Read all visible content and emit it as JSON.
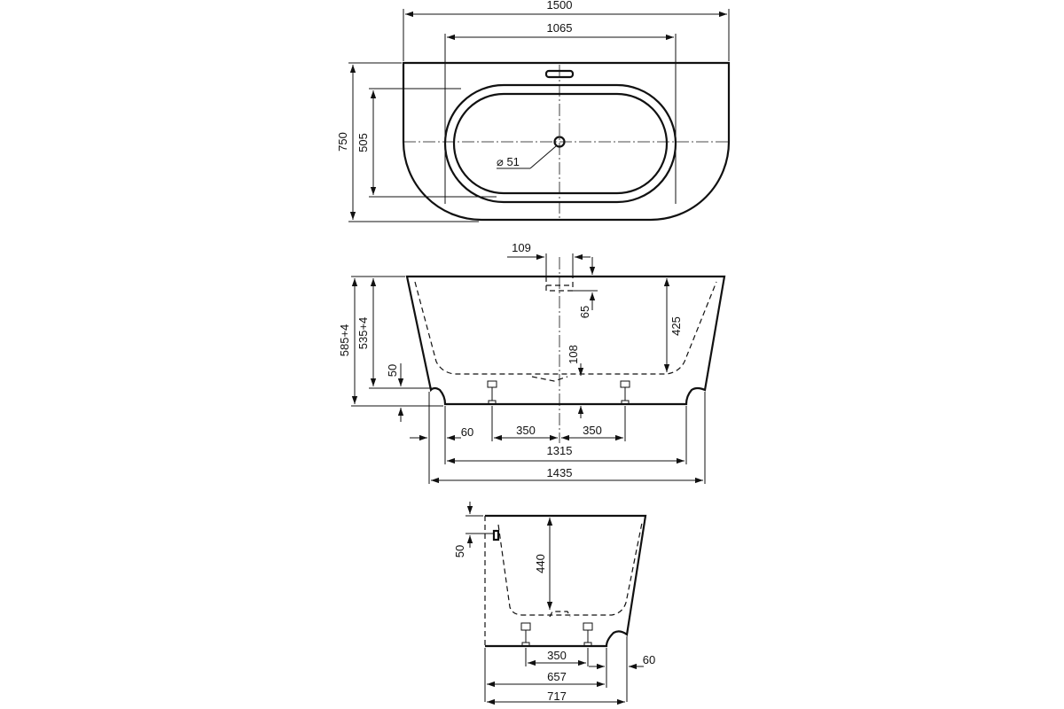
{
  "top_view": {
    "width_overall": "1500",
    "inner_length": "1065",
    "depth_overall": "750",
    "inner_width": "505",
    "drain_diameter": "⌀ 51"
  },
  "front_view": {
    "overflow_width": "109",
    "overflow_height": "65",
    "height_total": "585+4",
    "height_rim": "535+4",
    "foot_height": "50",
    "inner_depth": "425",
    "drain_offset": "108",
    "foot_inset": "60",
    "leg_spacing_left": "350",
    "leg_spacing_right": "350",
    "base_length": "1315",
    "bottom_length": "1435"
  },
  "side_view": {
    "rim_offset": "50",
    "inner_depth": "440",
    "leg_spacing": "350",
    "foot_inset": "60",
    "base_width": "657",
    "bottom_width": "717"
  }
}
